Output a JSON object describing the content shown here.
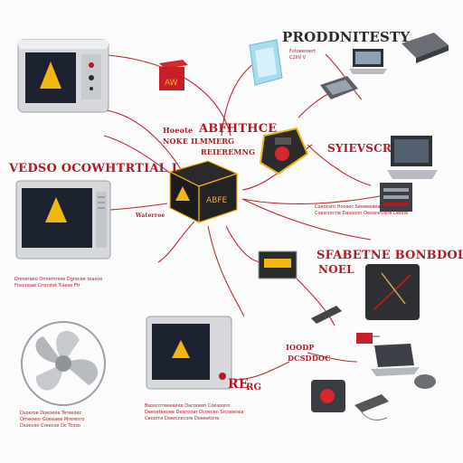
{
  "labels": {
    "top_right_title": "PRODDNITESTY",
    "center_top_title": "ABFHTHCE",
    "center_sub_1": "Hoeote",
    "center_sub_2": "NOKE ILMMERG",
    "center_sub_3": "REIEREMNG",
    "center_right_label": "SYIEVSCR",
    "left_title": "VEDSO OCOWHTRTIAL L",
    "right_block_title_1": "SFABETNE BONBDOL",
    "right_block_title_2": "NOEL",
    "bottom_mid_label_1": "IOODP",
    "bottom_mid_label_2": "DCSDDOC",
    "left_center_caption": "Waterroe",
    "card_glyph_1": "RE",
    "card_glyph_2": "RG",
    "box_glyph": "ABFE",
    "red_box_glyph": "AW"
  },
  "captions": {
    "top_right_caption": "Fotoeeroert\nC2IIV V",
    "left_mid_caption": "Dreseraeo Onnemrese Dgrecee teasoe\nFnsonoae Cronstet Tuiexe Ftr",
    "right_mid_caption": "Coeocsrn Hoosec Seoeeeaea\nCoescrecne Dasooon Oeoorenrere Deone",
    "bottom_left_caption": "Dsoeroe Doeoeee Tereeoec\nOrneoeor Goeeaee Mrerenro\nDsoeceo Creecoe Dc Tcoso",
    "bottom_mid_caption": "Bsosccrreeeeeee Dacoreen Coesoonn\nDeeseteeoee Desnooar Dcoecen Srcseenea\nCeoorns Doerccecore Doeeetone"
  },
  "colors": {
    "accent_red": "#b11a22",
    "connector_red": "#c0262e",
    "device_gray": "#d6d8dc",
    "screen_dark": "#1d2230",
    "warning_yellow": "#f2b511",
    "background": "#fbfbfb"
  },
  "icons": [
    "monitor-icon",
    "red-box-icon",
    "glass-panel-icon",
    "laptop-icon",
    "server-rack-icon",
    "hazard-box-icon",
    "fan-icon",
    "tablet-icon",
    "router-icon"
  ]
}
